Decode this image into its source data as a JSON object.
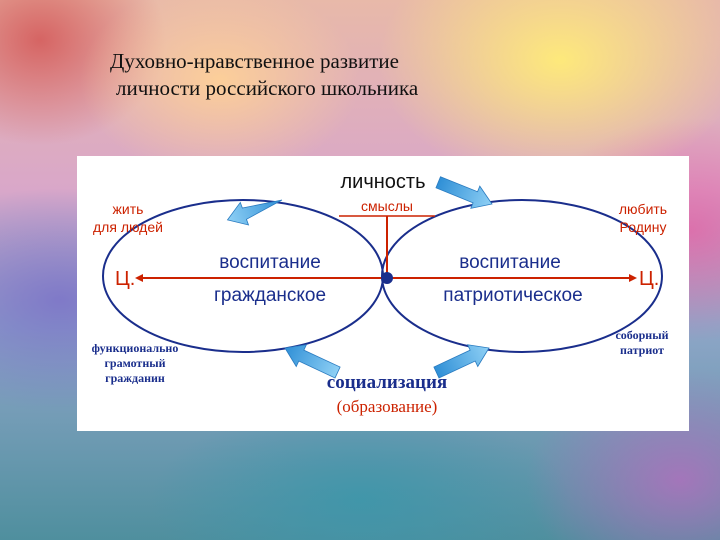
{
  "title": {
    "line1": "Духовно-нравственное развитие",
    "line2": "личности российского школьника"
  },
  "diagram": {
    "top_label": "личность",
    "center_top_label": "смыслы",
    "left_top_text": [
      "жить",
      "для людей"
    ],
    "right_top_text": [
      "любить",
      "Родину"
    ],
    "left_value": "Ц.",
    "right_value": "Ц.",
    "left_ellipse": {
      "line1": "воспитание",
      "line2": "гражданское"
    },
    "right_ellipse": {
      "line1": "воспитание",
      "line2": "патриотическое"
    },
    "left_bottom_text": [
      "функционально",
      "грамотный",
      "гражданин"
    ],
    "right_bottom_text": [
      "соборный",
      "патриот"
    ],
    "bottom_label": "социализация",
    "bottom_sublabel": "(образование)"
  },
  "colors": {
    "accent_red": "#cc2200",
    "ellipse_stroke": "#1a2e8c",
    "arrow_blue": "#4aa8e0",
    "center_yellow": "#f5e61a"
  }
}
